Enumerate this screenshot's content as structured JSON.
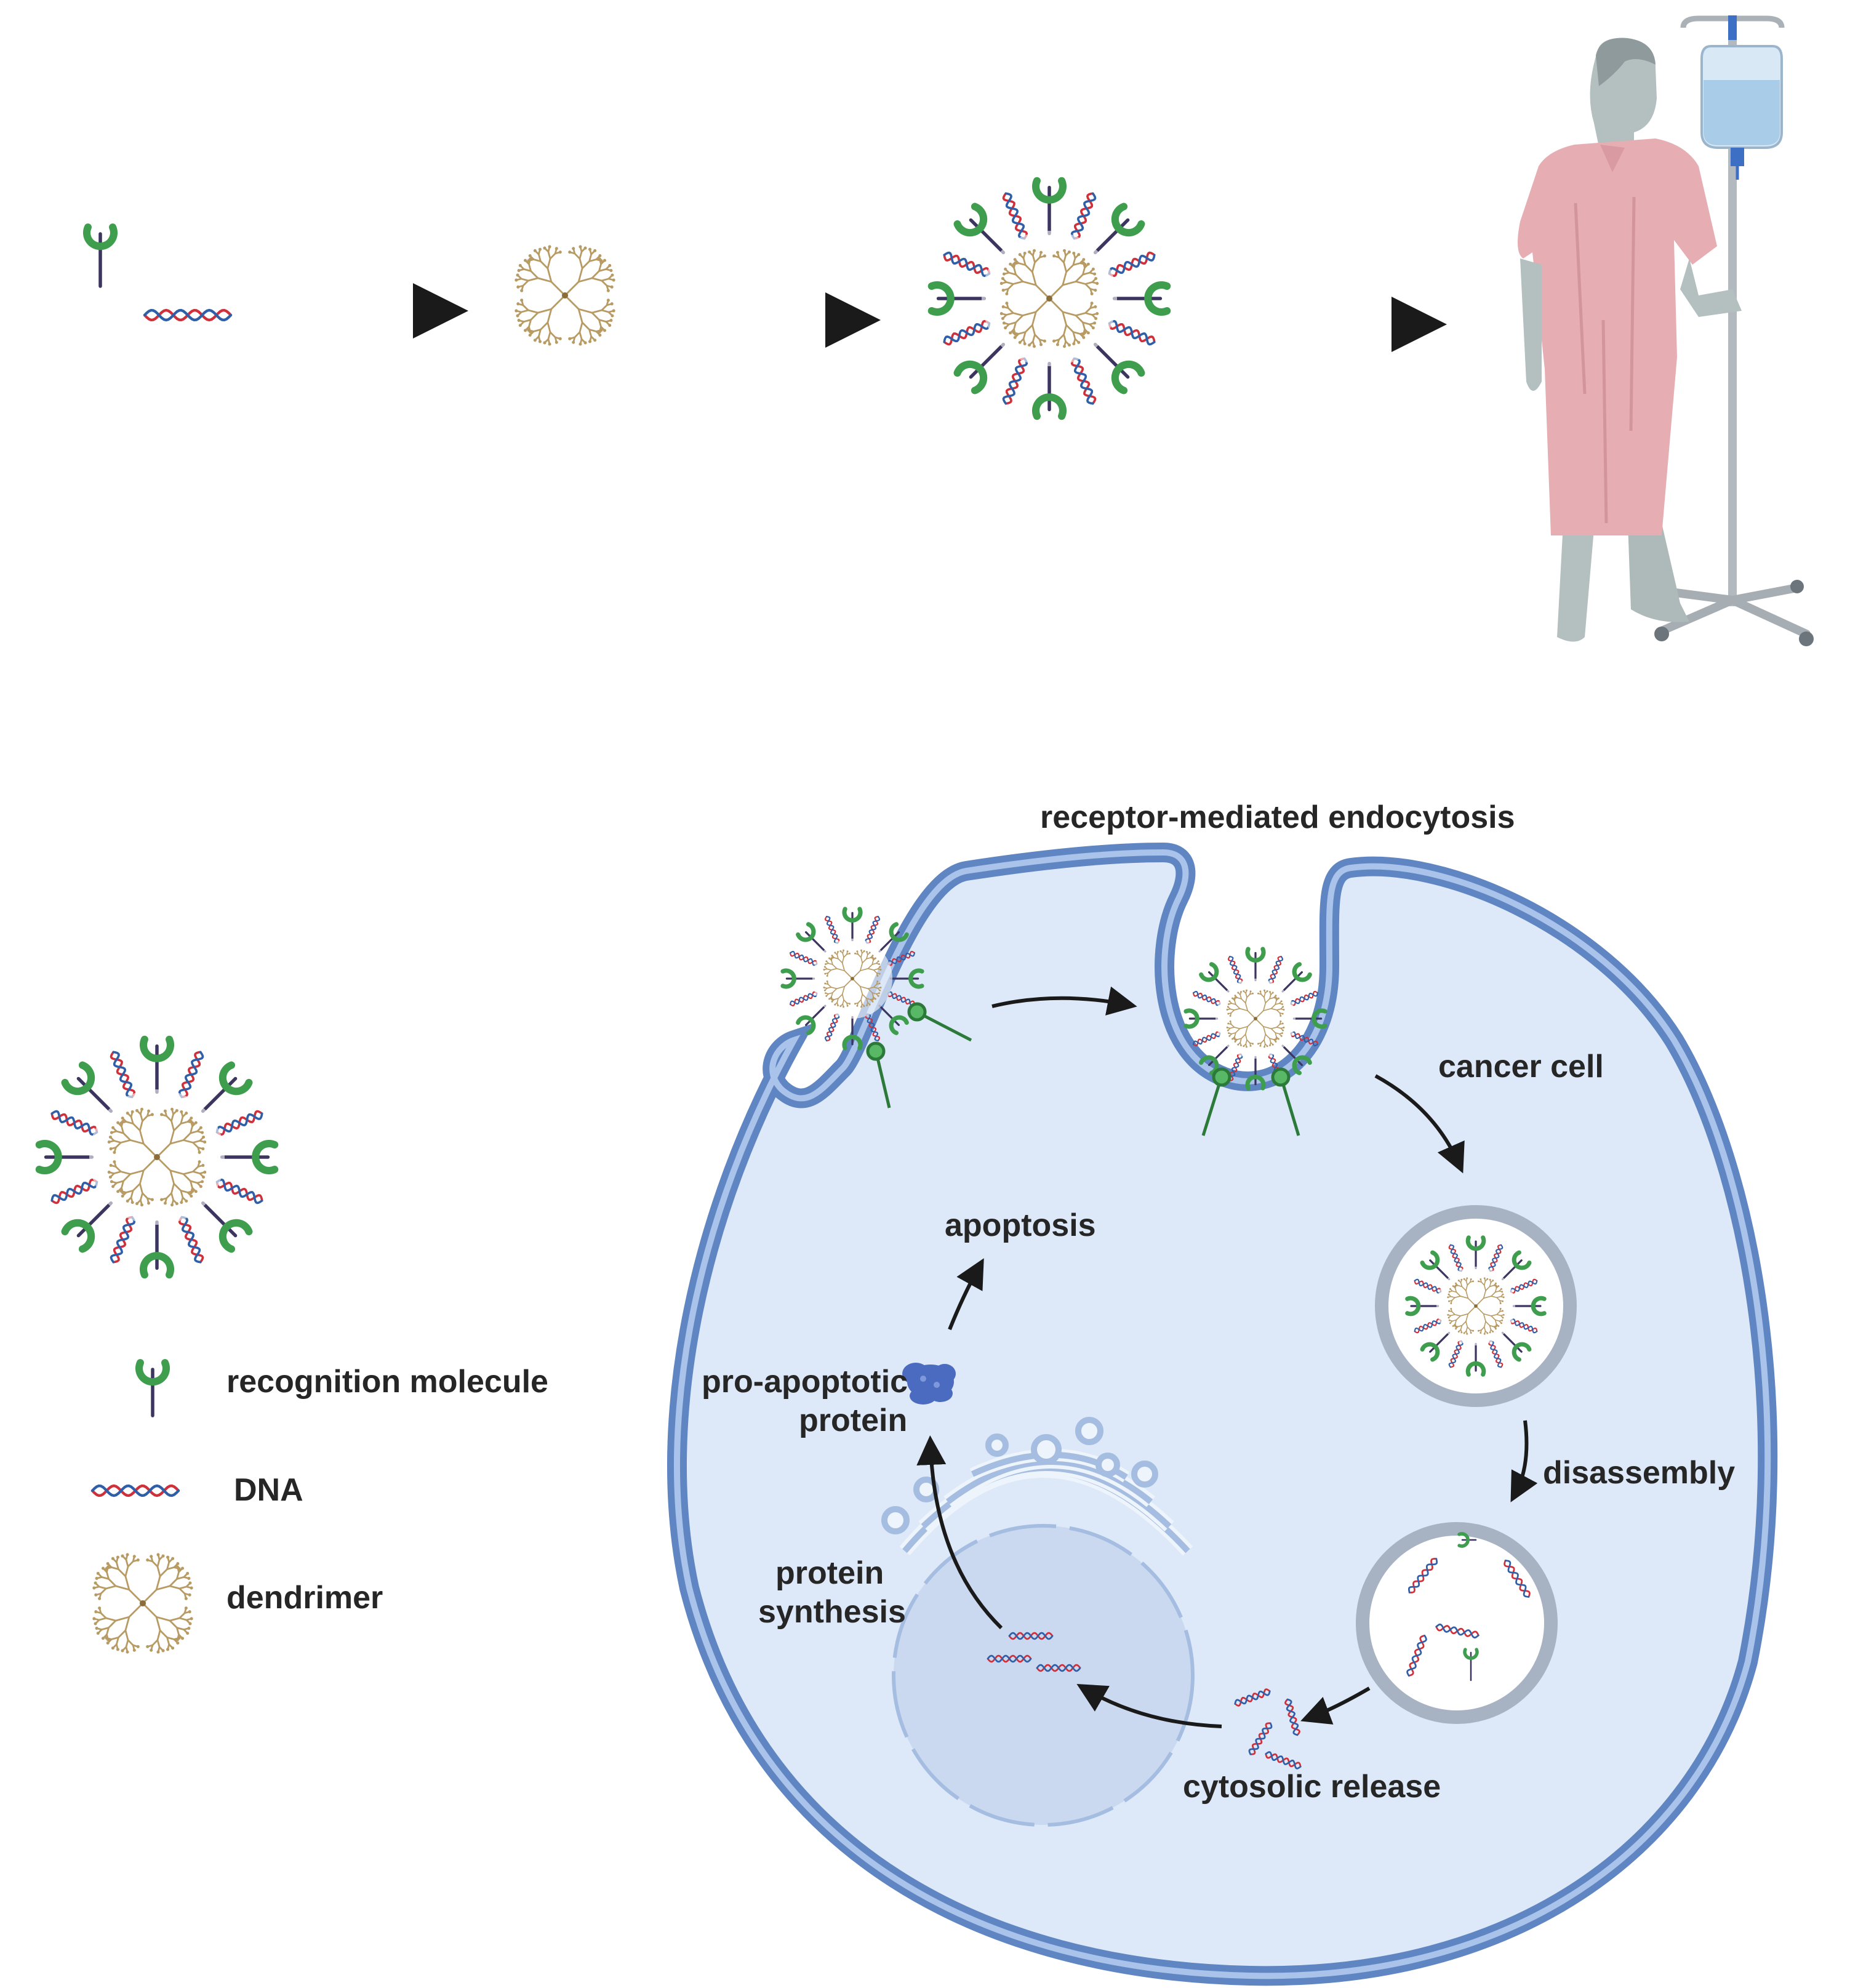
{
  "labels": {
    "receptor_mediated_endocytosis": "receptor-mediated endocytosis",
    "cancer_cell": "cancer cell",
    "apoptosis": "apoptosis",
    "pro_apoptotic_line1": "pro-apoptotic",
    "pro_apoptotic_line2": "protein",
    "disassembly": "disassembly",
    "protein_synthesis_line1": "protein",
    "protein_synthesis_line2": "synthesis",
    "cytosolic_release": "cytosolic release"
  },
  "legend": {
    "recognition_molecule": "recognition molecule",
    "dna": "DNA",
    "dendrimer": "dendrimer"
  },
  "colors": {
    "dendrimer": "#b89a63",
    "recognition_cup": "#3f9e4d",
    "recognition_stem": "#3b3560",
    "dna_strand_a": "#d0303a",
    "dna_strand_b": "#2f5fa8",
    "cell_fill": "#dde9f8",
    "cell_membrane": "#5f86c2",
    "vesicle_ring": "#a7b2c2",
    "nucleus_fill": "#cad9ef",
    "protein": "#4b6bc0",
    "gown": "#e6adb3",
    "patient_skin": "#b9c3c4",
    "iv_pole": "#b8bfc4",
    "iv_bag": "#bfdaee"
  }
}
